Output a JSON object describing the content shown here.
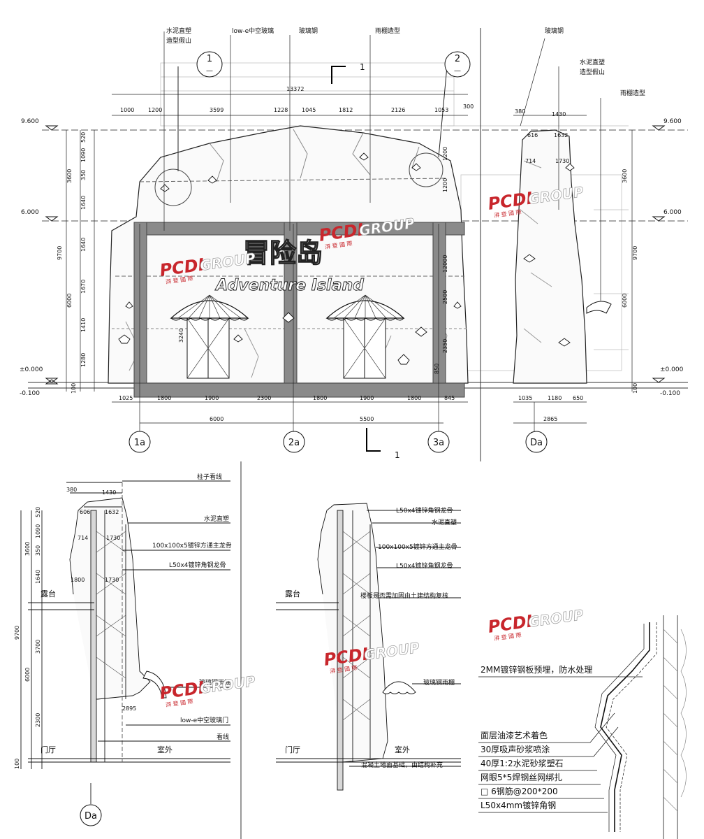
{
  "elevation": {
    "levels": {
      "top": "9.600",
      "mid": "6.000",
      "ground": "±0.000",
      "below": "-0.100"
    },
    "callouts": [
      "水泥直塑\n造型假山",
      "low-e中空玻璃",
      "玻璃钢",
      "雨棚造型"
    ],
    "side_callouts": [
      "玻璃钢",
      "水泥直塑\n造型假山",
      "雨棚造型"
    ],
    "detail_markers": [
      {
        "num": "1",
        "den": "—"
      },
      {
        "num": "2",
        "den": "—"
      }
    ],
    "section_mark": "1",
    "top_total": "13372",
    "top_dims": [
      "1000",
      "1200",
      "3599",
      "1228",
      "1045",
      "1812",
      "2126",
      "1053",
      "300"
    ],
    "bottom_dims": [
      "1025",
      "1800",
      "1900",
      "2300",
      "1800",
      "1900",
      "1800",
      "845"
    ],
    "axis_dims": [
      "6000",
      "5500"
    ],
    "left_dims": [
      "520",
      "1090",
      "350",
      "1640",
      "1640",
      "1670",
      "1410",
      "1280",
      "100"
    ],
    "left_totals": [
      "3600",
      "9700",
      "6000"
    ],
    "inner_dims": [
      "1200",
      "1200",
      "12000",
      "2500",
      "2350",
      "850",
      "3240"
    ],
    "axes": [
      "1a",
      "2a",
      "3a",
      "Da"
    ],
    "side_top_dims": [
      "380",
      "1430",
      "616",
      "1632",
      "714",
      "1730"
    ],
    "side_bottom_dims": [
      "1035",
      "1180",
      "650"
    ],
    "side_total": "2865",
    "side_right_dims": [
      "3600",
      "9700",
      "6000",
      "100"
    ]
  },
  "section_a": {
    "labels": [
      "柱子看线",
      "水泥直塑",
      "100x100x5镀锌方通主龙骨",
      "L50x4镀锌角钢龙骨",
      "玻璃钢雨棚",
      "low-e中空玻璃门",
      "看线"
    ],
    "terrace": "露台",
    "lobby": "门厅",
    "outdoor": "室外",
    "top_dims": [
      "380",
      "1430",
      "606",
      "1632",
      "714",
      "1730",
      "1800",
      "1730"
    ],
    "left_dims": [
      "520",
      "1090",
      "350",
      "1640",
      "3700",
      "2300",
      "100"
    ],
    "left_totals": [
      "3600",
      "9700",
      "6000"
    ],
    "dim_2895": "2895",
    "axis": "Da"
  },
  "section_b": {
    "labels": [
      "L50x4镀锌角钢龙骨",
      "水泥直塑",
      "100x100x5镀锌方通主龙骨",
      "L50x4镀锌角钢龙骨",
      "楼板是否需加固由土建结构复核",
      "玻璃钢雨棚",
      "混凝土地面基础，由结构补充"
    ],
    "terrace": "露台",
    "lobby": "门厅",
    "outdoor": "室外"
  },
  "detail": {
    "note_top": "2MM镀锌钢板预埋，防水处理",
    "layers": [
      "面层油漆艺术着色",
      "30厚吸声砂浆喷涂",
      "40厚1:2水泥砂浆塑石",
      "网眼5*5焊钢丝网绑扎",
      "□ 6钢筋@200*200",
      "L50x4mm镀锌角钢"
    ]
  },
  "sign": {
    "cn": "冒险岛",
    "en": "Adventure Island"
  },
  "watermark": {
    "main": "PCDI",
    "sub": "GROUP",
    "cn": "湃 登 國 際",
    "color": "#c8262c"
  }
}
